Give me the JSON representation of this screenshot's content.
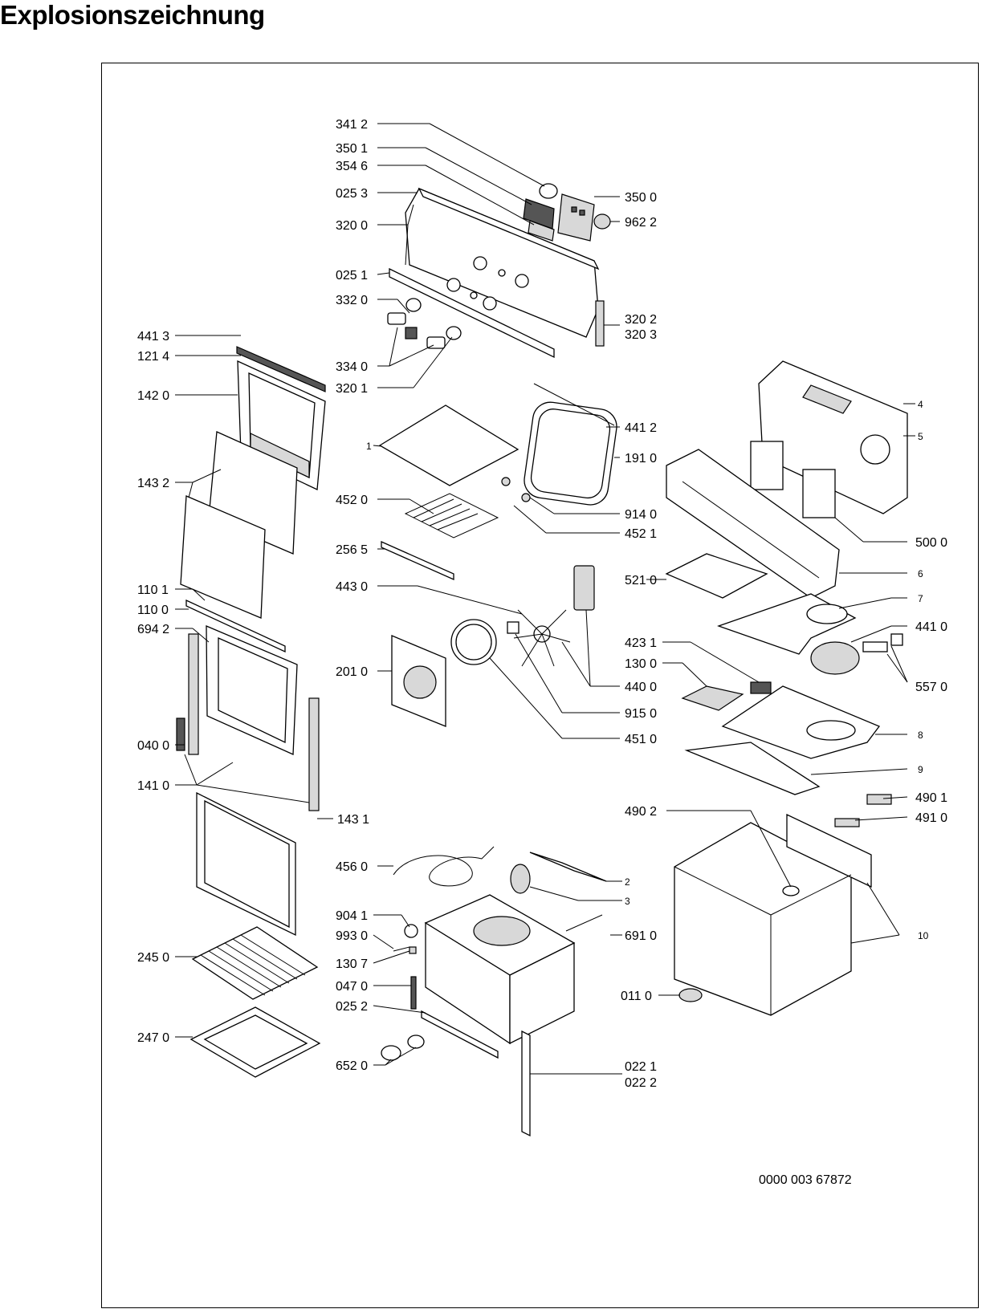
{
  "title": "Explosionszeichnung",
  "doc_id": "0000 003 67872",
  "labels": {
    "l3412": "341 2",
    "l3501": "350 1",
    "l3546": "354 6",
    "l0253": "025 3",
    "l3200": "320 0",
    "l0251": "025 1",
    "l3320": "332 0",
    "l3340": "334 0",
    "l3201": "320 1",
    "l3500": "350 0",
    "l9622": "962 2",
    "l3202": "320 2",
    "l3203": "320 3",
    "l4413": "441 3",
    "l1214": "121 4",
    "l1420": "142 0",
    "l1432": "143 2",
    "l1101": "110 1",
    "l1100": "110 0",
    "l6942": "694 2",
    "l0400": "040 0",
    "l1410": "141 0",
    "l1431": "143 1",
    "l2450": "245 0",
    "l2470": "247 0",
    "l1": "1",
    "l4412": "441 2",
    "l1910": "191 0",
    "l4520": "452 0",
    "l9140": "914 0",
    "l4521": "452 1",
    "l2565": "256 5",
    "l4430": "443 0",
    "l2010": "201 0",
    "l4400": "440 0",
    "l9150": "915 0",
    "l4510": "451 0",
    "l4": "4",
    "l5": "5",
    "l5000": "500 0",
    "l6": "6",
    "l5210": "521 0",
    "l7": "7",
    "l4410": "441 0",
    "l4231": "423 1",
    "l1300": "130 0",
    "l5570": "557 0",
    "l8": "8",
    "l9": "9",
    "l4901": "490 1",
    "l4902": "490 2",
    "l4910": "491 0",
    "l4560": "456 0",
    "l2": "2",
    "l3": "3",
    "l9041": "904 1",
    "l6910": "691 0",
    "l9930": "993 0",
    "l1307": "130 7",
    "l0470": "047 0",
    "l0252": "025 2",
    "l10": "10",
    "l0110": "011 0",
    "l6520": "652 0",
    "l0221": "022 1",
    "l0222": "022 2"
  }
}
